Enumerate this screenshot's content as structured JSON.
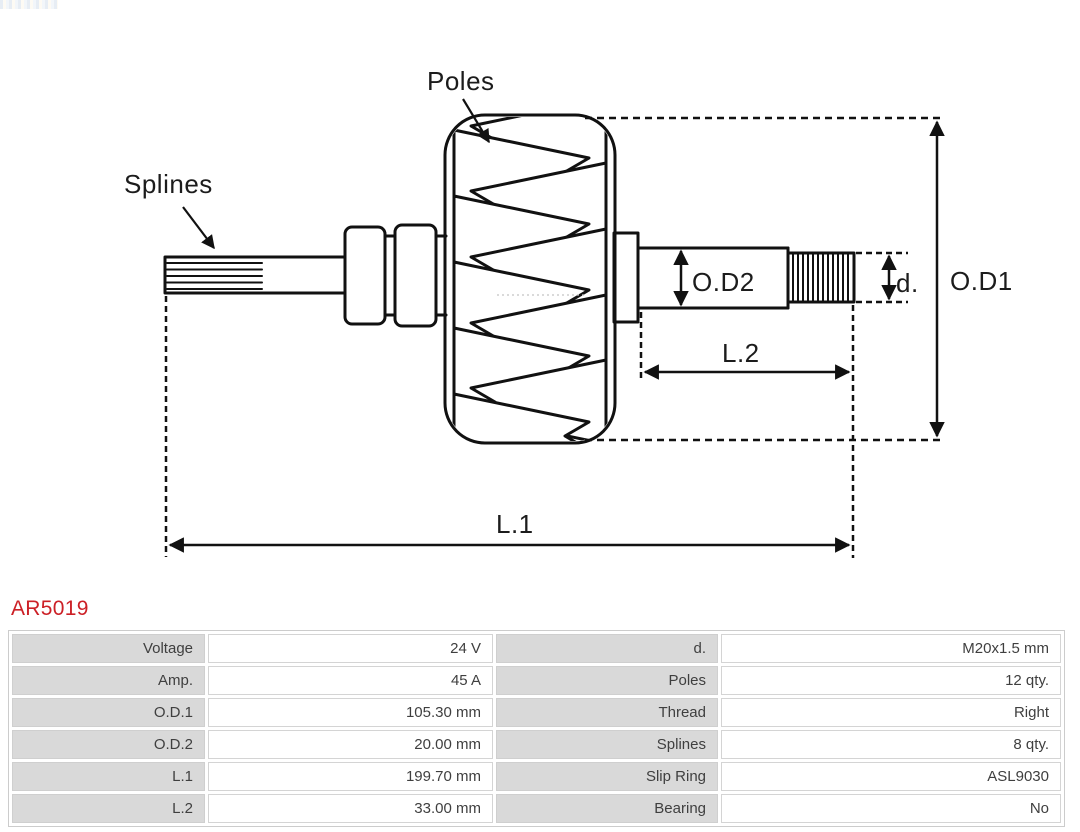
{
  "diagram": {
    "labels": {
      "poles": "Poles",
      "splines": "Splines",
      "od2": "O.D2",
      "d": "d.",
      "od1": "O.D1",
      "l2": "L.2",
      "l1": "L.1"
    },
    "stroke_color": "#111111"
  },
  "part_number": "AR5019",
  "part_number_color": "#cc2026",
  "spec_table": {
    "colors": {
      "label_bg": "#d9d9d9",
      "border": "#cccccc",
      "text": "#3f3f3f"
    },
    "rows": [
      {
        "left_label": "Voltage",
        "left_value": "24 V",
        "right_label": "d.",
        "right_value": "M20x1.5 mm"
      },
      {
        "left_label": "Amp.",
        "left_value": "45 A",
        "right_label": "Poles",
        "right_value": "12 qty."
      },
      {
        "left_label": "O.D.1",
        "left_value": "105.30 mm",
        "right_label": "Thread",
        "right_value": "Right"
      },
      {
        "left_label": "O.D.2",
        "left_value": "20.00 mm",
        "right_label": "Splines",
        "right_value": "8 qty."
      },
      {
        "left_label": "L.1",
        "left_value": "199.70 mm",
        "right_label": "Slip Ring",
        "right_value": "ASL9030"
      },
      {
        "left_label": "L.2",
        "left_value": "33.00 mm",
        "right_label": "Bearing",
        "right_value": "No"
      }
    ]
  }
}
